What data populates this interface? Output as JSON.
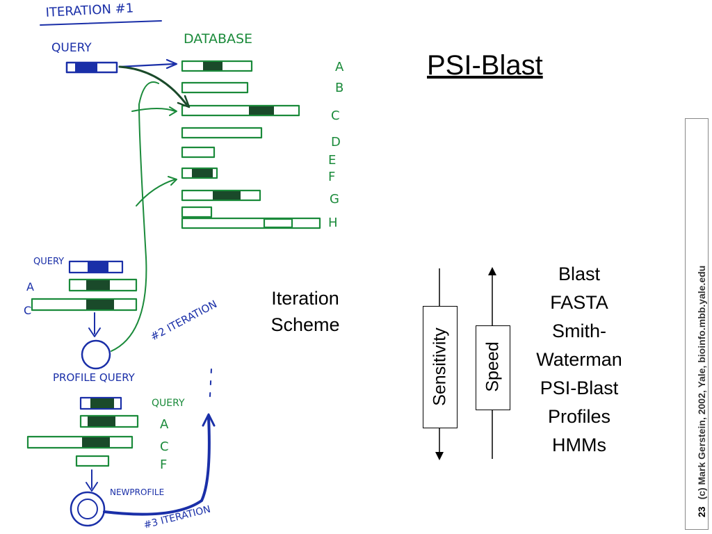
{
  "title": "PSI-Blast",
  "scheme_label": [
    "Iteration",
    "Scheme"
  ],
  "methods": [
    "Blast",
    "FASTA",
    "Smith-",
    "Waterman",
    "PSI-Blast",
    "Profiles",
    "HMMs"
  ],
  "axes": {
    "sensitivity": "Sensitivity",
    "speed": "Speed"
  },
  "credit": {
    "page": "23",
    "text": "(c) Mark Gerstein, 2002, Yale, bioinfo.mbb.yale.edu"
  },
  "sketch": {
    "heading": "ITERATION #1",
    "query": "QUERY",
    "database": "DATABASE",
    "db_letters": [
      "A",
      "B",
      "C",
      "D",
      "E",
      "F",
      "G",
      "H"
    ],
    "lower_query": "QUERY",
    "lower_labels": [
      "A",
      "C"
    ],
    "iteration2": "#2 ITERATION",
    "profile_query": "PROFILE QUERY",
    "bottom_query": "QUERY",
    "bottom_labels": [
      "A",
      "C",
      "F"
    ],
    "new_profile": "NEWPROFILE",
    "iteration3": "#3 ITERATION"
  },
  "colors": {
    "ink_blue": "#1a2fa8",
    "ink_green": "#1a8a3a",
    "ink_black": "#111111"
  }
}
